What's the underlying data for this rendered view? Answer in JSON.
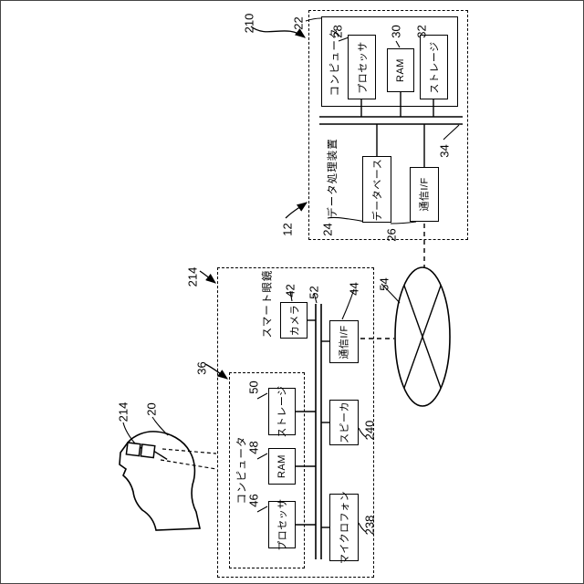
{
  "figure": {
    "system_ref": "210",
    "server": {
      "ref": "12",
      "label": "データ処理装置",
      "computer": {
        "ref": "22",
        "label": "コンピュータ",
        "processor": {
          "ref": "28",
          "label": "プロセッサ"
        },
        "ram": {
          "ref": "30",
          "label": "RAM"
        },
        "storage": {
          "ref": "32",
          "label": "ストレージ"
        }
      },
      "bus": {
        "ref": "34"
      },
      "database": {
        "ref": "24",
        "label": "データベース"
      },
      "comm_if": {
        "ref": "26",
        "label": "通信I/F"
      }
    },
    "network": {
      "ref": "54"
    },
    "smart_glasses": {
      "ref": "214",
      "label": "スマート眼鏡",
      "camera": {
        "ref": "42",
        "label": "カメラ"
      },
      "bus": {
        "ref": "52"
      },
      "comm_if": {
        "ref": "44",
        "label": "通信I/F"
      },
      "computer": {
        "ref": "36",
        "label": "コンピュータ",
        "storage": {
          "ref": "50",
          "label": "ストレージ"
        },
        "ram": {
          "ref": "48",
          "label": "RAM"
        },
        "processor": {
          "ref": "46",
          "label": "プロセッサ"
        }
      },
      "speaker": {
        "ref": "240",
        "label": "スピーカ"
      },
      "microphone": {
        "ref": "238",
        "label": "マイクロフォン"
      }
    },
    "user": {
      "ref": "20",
      "glasses_ref": "214"
    }
  }
}
